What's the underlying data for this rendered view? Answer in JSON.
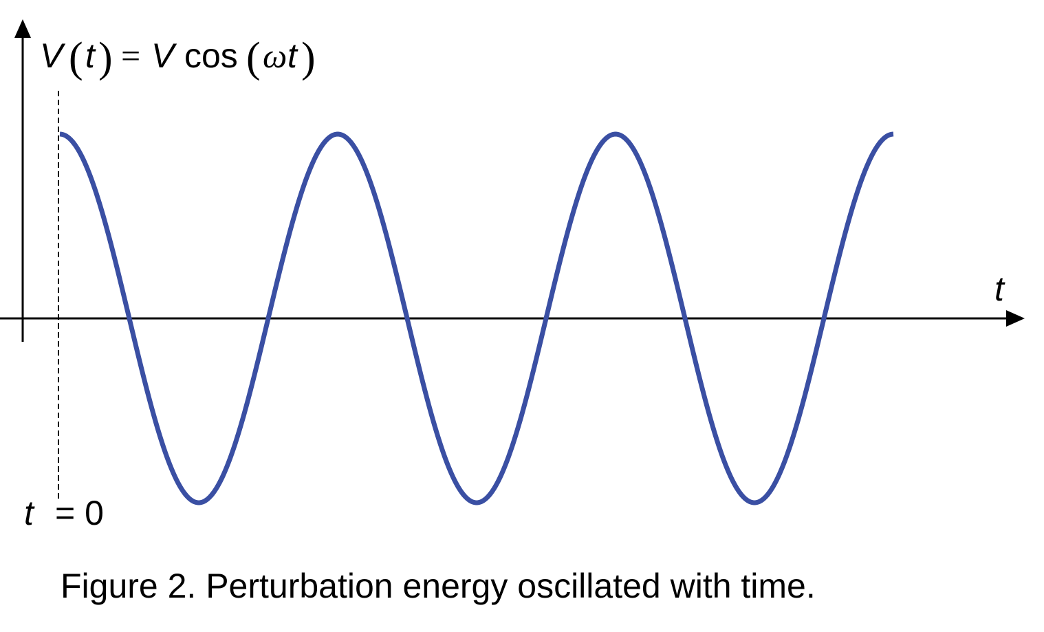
{
  "chart_data": {
    "type": "line",
    "title": "",
    "ylabel": {
      "V1": "V",
      "lparen1": "(",
      "t1": "t",
      "rparen1": ")",
      "equals": "=",
      "V2": "V",
      "cos": "cos",
      "lparen2": "(",
      "omega": "ω",
      "t2": "t",
      "rparen2": ")"
    },
    "xlabel": "t",
    "origin_label": {
      "t": "t",
      "rest": "= 0"
    },
    "function": "V cos(ωt)",
    "amplitude": 1,
    "cycles": 3,
    "x_range_cycles": [
      0,
      3
    ],
    "grid": false,
    "legend": "none",
    "series": [
      {
        "color": "#3a4fa3"
      }
    ]
  },
  "caption": "Figure 2. Perturbation energy oscillated with time."
}
